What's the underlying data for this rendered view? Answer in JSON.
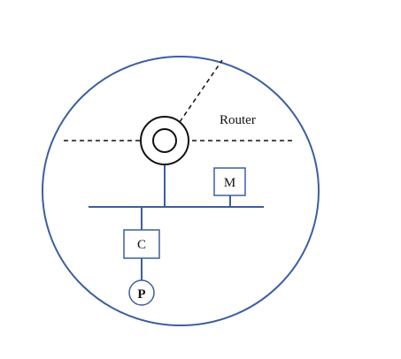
{
  "diagram": {
    "labels": {
      "router": "Router",
      "m": "M",
      "c": "C",
      "p": "P"
    },
    "colors": {
      "outline": "#3B5FA0",
      "dash": "#111111",
      "text": "#111111",
      "background": "#ffffff"
    }
  }
}
